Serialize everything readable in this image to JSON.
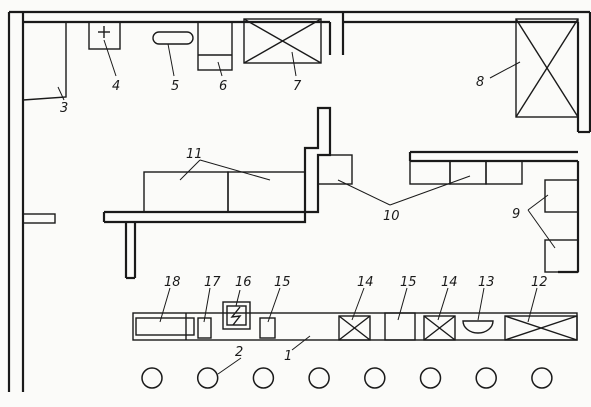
{
  "labels": {
    "l1": "1",
    "l2": "2",
    "l3": "3",
    "l4": "4",
    "l5": "5",
    "l6": "6",
    "l7": "7",
    "l8": "8",
    "l9": "9",
    "l10": "10",
    "l11": "11",
    "l12": "12",
    "l13": "13",
    "l14a": "14",
    "l14b": "14",
    "l15a": "15",
    "l15b": "15",
    "l16": "16",
    "l17": "17",
    "l18": "18"
  },
  "column_count": 8,
  "colors": {
    "ink": "#1a1a1a",
    "paper": "#fbfbf9"
  }
}
